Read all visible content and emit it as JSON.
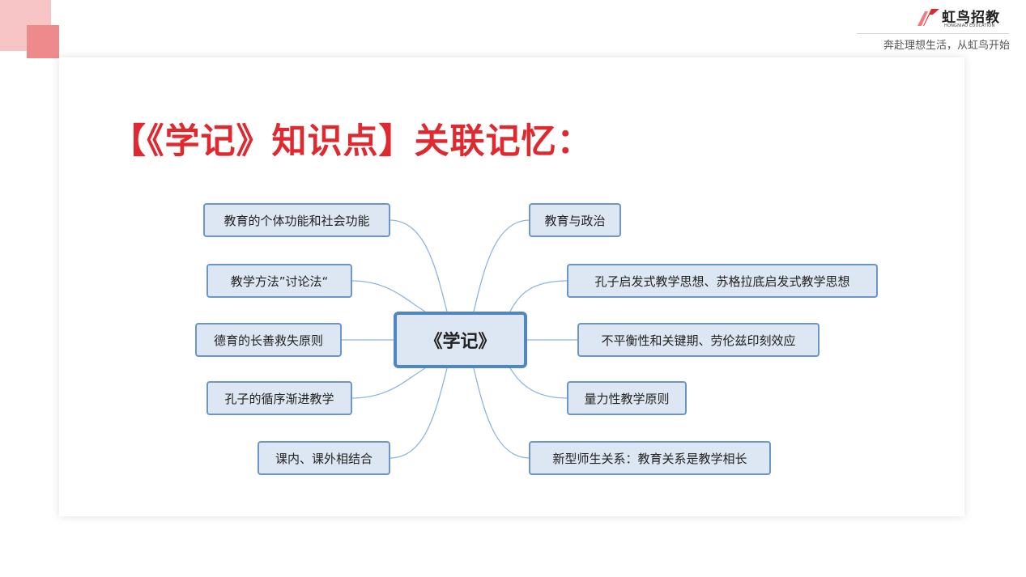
{
  "brand": {
    "name_cn": "虹鸟招教",
    "name_en": "HONGNIAO EDUCATION",
    "slogan": "奔赴理想生活，从虹鸟开始"
  },
  "title": "【《学记》知识点】关联记忆：",
  "mindmap": {
    "center": "《学记》",
    "left": [
      "教育的个体功能和社会功能",
      "教学方法”讨论法“",
      "德育的长善救失原则",
      "孔子的循序渐进教学",
      "课内、课外相结合"
    ],
    "right": [
      "教育与政治",
      "孔子启发式教学思想、苏格拉底启发式教学思想",
      "不平衡性和关键期、劳伦兹印刻效应",
      "量力性教学原则",
      "新型师生关系：教育关系是教学相长"
    ]
  },
  "colors": {
    "accent": "#e0282f",
    "node_fill": "#dde7f3",
    "node_border": "#6a96c9",
    "link": "#8fb4dd"
  }
}
